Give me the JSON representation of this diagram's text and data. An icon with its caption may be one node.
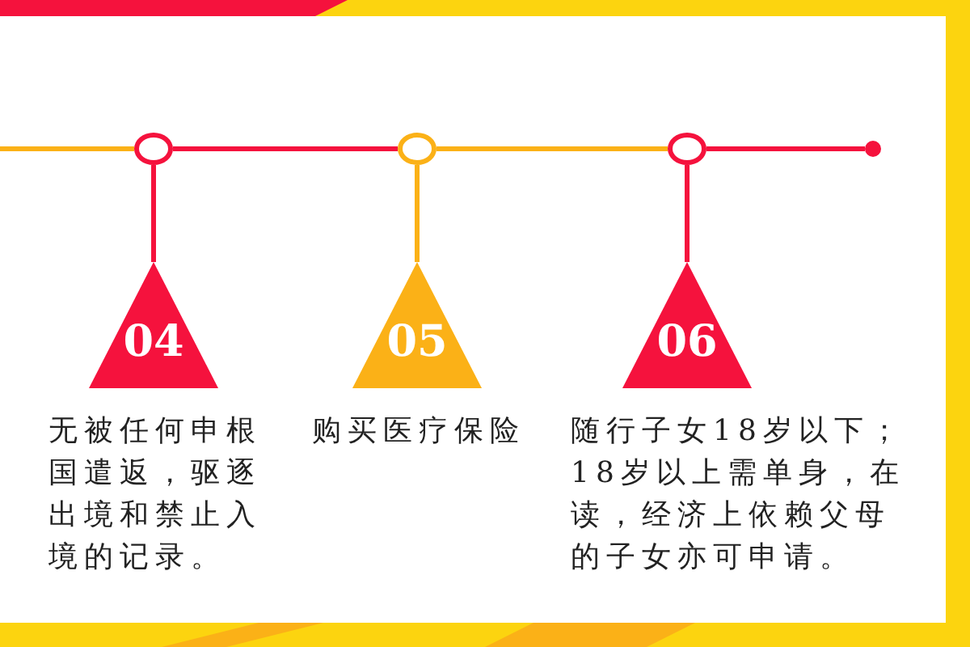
{
  "diagram": {
    "nodes": [
      {
        "text": [],
        "shape": "circle"
      },
      {
        "text": [],
        "shape": "circle"
      },
      {
        "text": [],
        "shape": "circle"
      },
      {
        "text": [],
        "shape": "circle"
      },
      {
        "text": [
          "04"
        ],
        "beside": [
          "无被任何申根国遣返，驱逐出境和禁止入境的记录。"
        ]
      },
      {
        "text": [
          "05"
        ],
        "beside": [
          "购买医疗保险"
        ]
      },
      {
        "text": [
          "06"
        ],
        "beside": [
          "随行子女18岁以下；18岁以上需单身，在读，经济上依赖父母的子女亦可申请。"
        ]
      }
    ],
    "edges": [
      {
        "from": null,
        "to": 0,
        "arrow": "none",
        "color": "#fbb117"
      },
      {
        "from": 0,
        "to": 1,
        "arrow": "none"
      },
      {
        "from": 1,
        "to": 2,
        "arrow": "none",
        "color": "#fbb117"
      },
      {
        "from": 2,
        "to": 3,
        "arrow": "none"
      },
      {
        "from": 0,
        "to": 4,
        "arrow": "none"
      },
      {
        "from": 1,
        "to": 5,
        "arrow": "none",
        "color": "#fbb117"
      },
      {
        "from": 2,
        "to": 6,
        "arrow": "none"
      }
    ]
  }
}
